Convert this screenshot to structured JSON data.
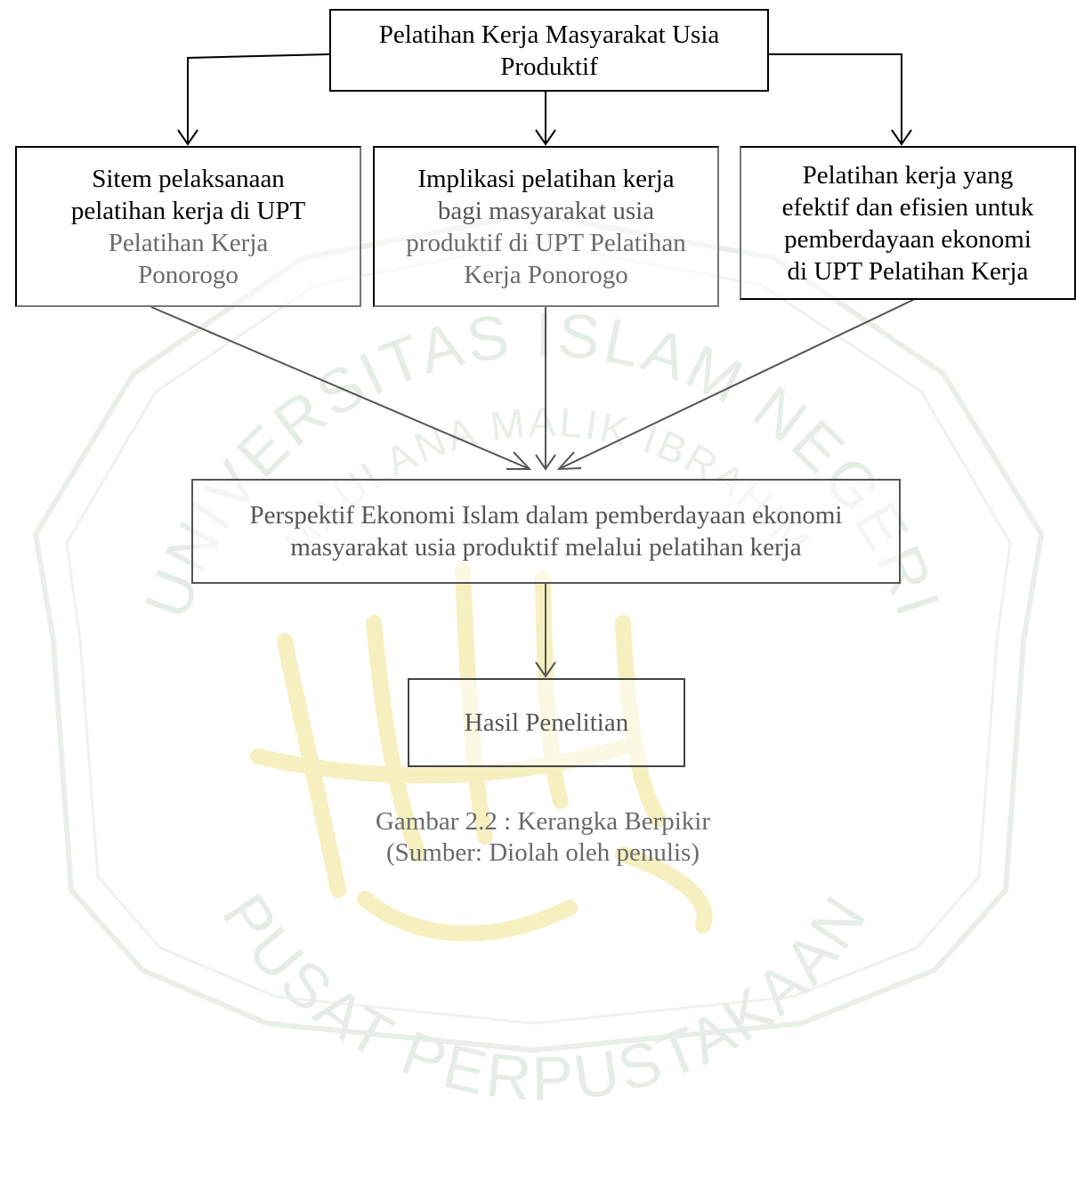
{
  "top_box": {
    "lines": [
      "Pelatihan Kerja Masyarakat Usia",
      "Produktif"
    ]
  },
  "box_left": {
    "lines": [
      "Sitem pelaksanaan",
      "pelatihan kerja di UPT",
      "Pelatihan Kerja",
      "Ponorogo"
    ]
  },
  "box_middle": {
    "lines": [
      "Implikasi pelatihan kerja",
      "bagi masyarakat usia",
      "produktif di UPT Pelatihan",
      "Kerja Ponorogo"
    ]
  },
  "box_right": {
    "lines": [
      "Pelatihan kerja yang",
      "efektif dan efisien untuk",
      "pemberdayaan ekonomi",
      "di UPT Pelatihan Kerja"
    ]
  },
  "perspective_box": {
    "lines": [
      "Perspektif Ekonomi Islam dalam pemberdayaan ekonomi",
      "masyarakat usia produktif melalui pelatihan kerja"
    ]
  },
  "result_box": {
    "label": "Hasil Penelitian"
  },
  "caption": {
    "title": "Gambar 2.2 : Kerangka Berpikir",
    "source": "(Sumber: Diolah oleh penulis)"
  },
  "watermark": {
    "ring_top": "UNIVERSITAS ISLAM NEGERI",
    "ring_inner": "MAULANA MALIK IBRAHIM",
    "ring_bottom": "PUSAT PERPUSTAKAAN"
  },
  "colors": {
    "box_border": "#000000",
    "connector": "#555555",
    "watermark_text": "#e6ece6",
    "watermark_calligraphy": "#f7f1c6"
  }
}
